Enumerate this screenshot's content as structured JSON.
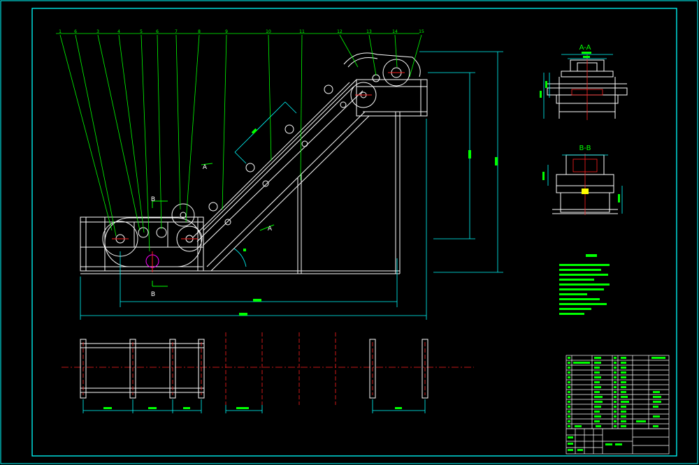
{
  "colors": {
    "background": "#000000",
    "structure": "#ffffff",
    "dimension": "#00ffff",
    "leader": "#00ff00",
    "centerline": "#ff2020",
    "highlight": "#ffff00",
    "accent": "#ff00ff"
  },
  "balloons": [
    "1",
    "6",
    "3",
    "4",
    "5",
    "6",
    "7",
    "8",
    "9",
    "10",
    "11",
    "12",
    "13",
    "14",
    "15"
  ],
  "section_a": {
    "title": "A-A"
  },
  "section_b": {
    "title": "B-B"
  },
  "view_marks": {
    "a_top": "A",
    "a_bottom": "A",
    "b_top": "B",
    "b_bottom": "B"
  }
}
